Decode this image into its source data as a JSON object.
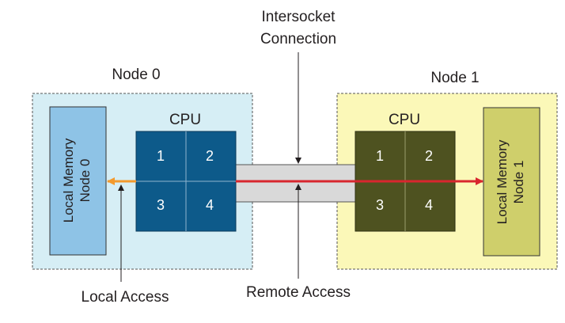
{
  "title": {
    "line1": "Intersocket",
    "line2": "Connection"
  },
  "nodes": [
    {
      "label": "Node 0",
      "cpu_label": "CPU",
      "cores": [
        "1",
        "2",
        "3",
        "4"
      ],
      "memory_line1": "Local Memory",
      "memory_line2": "Node 0",
      "colors": {
        "region": "#d6eef5",
        "cpu": "#0d5a8a",
        "memory": "#8ec3e6"
      }
    },
    {
      "label": "Node 1",
      "cpu_label": "CPU",
      "cores": [
        "1",
        "2",
        "3",
        "4"
      ],
      "memory_line1": "Local Memory",
      "memory_line2": "Node 1",
      "colors": {
        "region": "#fbf8b8",
        "cpu": "#4e5220",
        "memory": "#cfcf6b"
      }
    }
  ],
  "annotations": {
    "local_access": "Local Access",
    "remote_access": "Remote Access"
  },
  "colors": {
    "local_arrow": "#f39a2e",
    "remote_arrow": "#d8262e",
    "connection": "#d9d9d9"
  }
}
